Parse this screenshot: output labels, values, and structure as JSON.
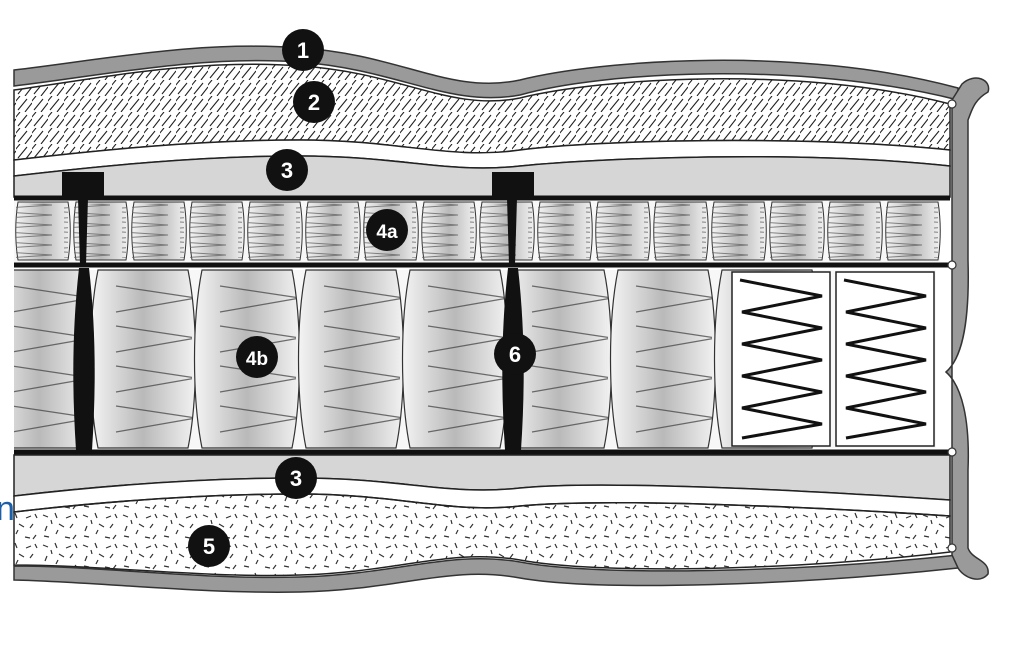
{
  "diagram": {
    "callouts": [
      {
        "id": "1",
        "label": "1"
      },
      {
        "id": "2",
        "label": "2"
      },
      {
        "id": "3-top",
        "label": "3"
      },
      {
        "id": "4a",
        "label": "4a"
      },
      {
        "id": "4b",
        "label": "4b"
      },
      {
        "id": "6",
        "label": "6"
      },
      {
        "id": "3-bottom",
        "label": "3"
      },
      {
        "id": "5",
        "label": "5"
      }
    ],
    "edge_text": "n",
    "colors": {
      "outline": "#111111",
      "cover": "#9a9a9a",
      "padding": "#d6d6d6",
      "callout": "#111111",
      "edge_text": "#1a5fa8"
    }
  }
}
